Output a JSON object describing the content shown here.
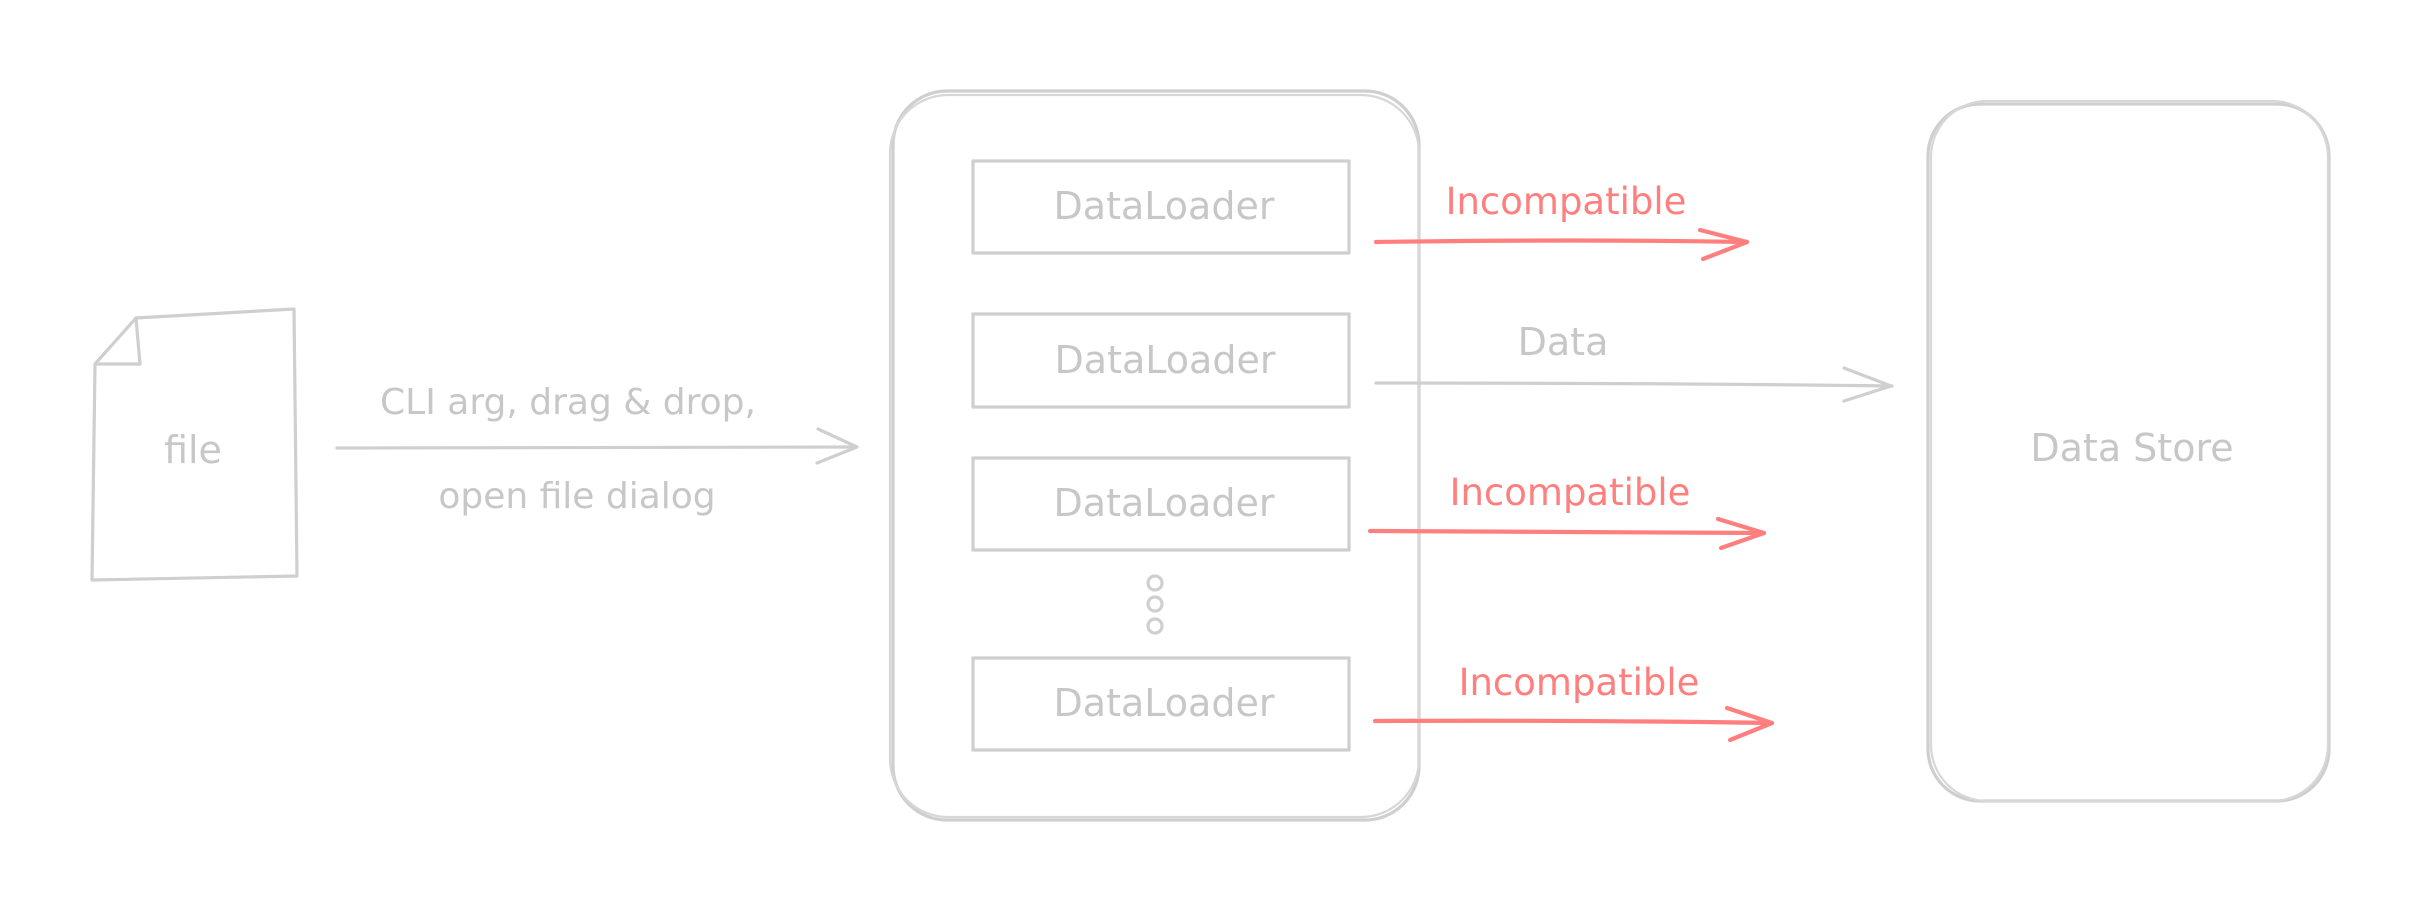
{
  "diagram": {
    "file_label": "file",
    "input_label_line1": "CLI arg, drag & drop,",
    "input_label_line2": "open file dialog",
    "loader_label": "DataLoader",
    "incompatible_label": "Incompatible",
    "data_label": "Data",
    "store_label": "Data Store",
    "colors": {
      "stroke": "#cfcfcf",
      "text": "#c7c7c7",
      "incompatible": "#ff7f7f",
      "background": "#ffffff"
    }
  }
}
